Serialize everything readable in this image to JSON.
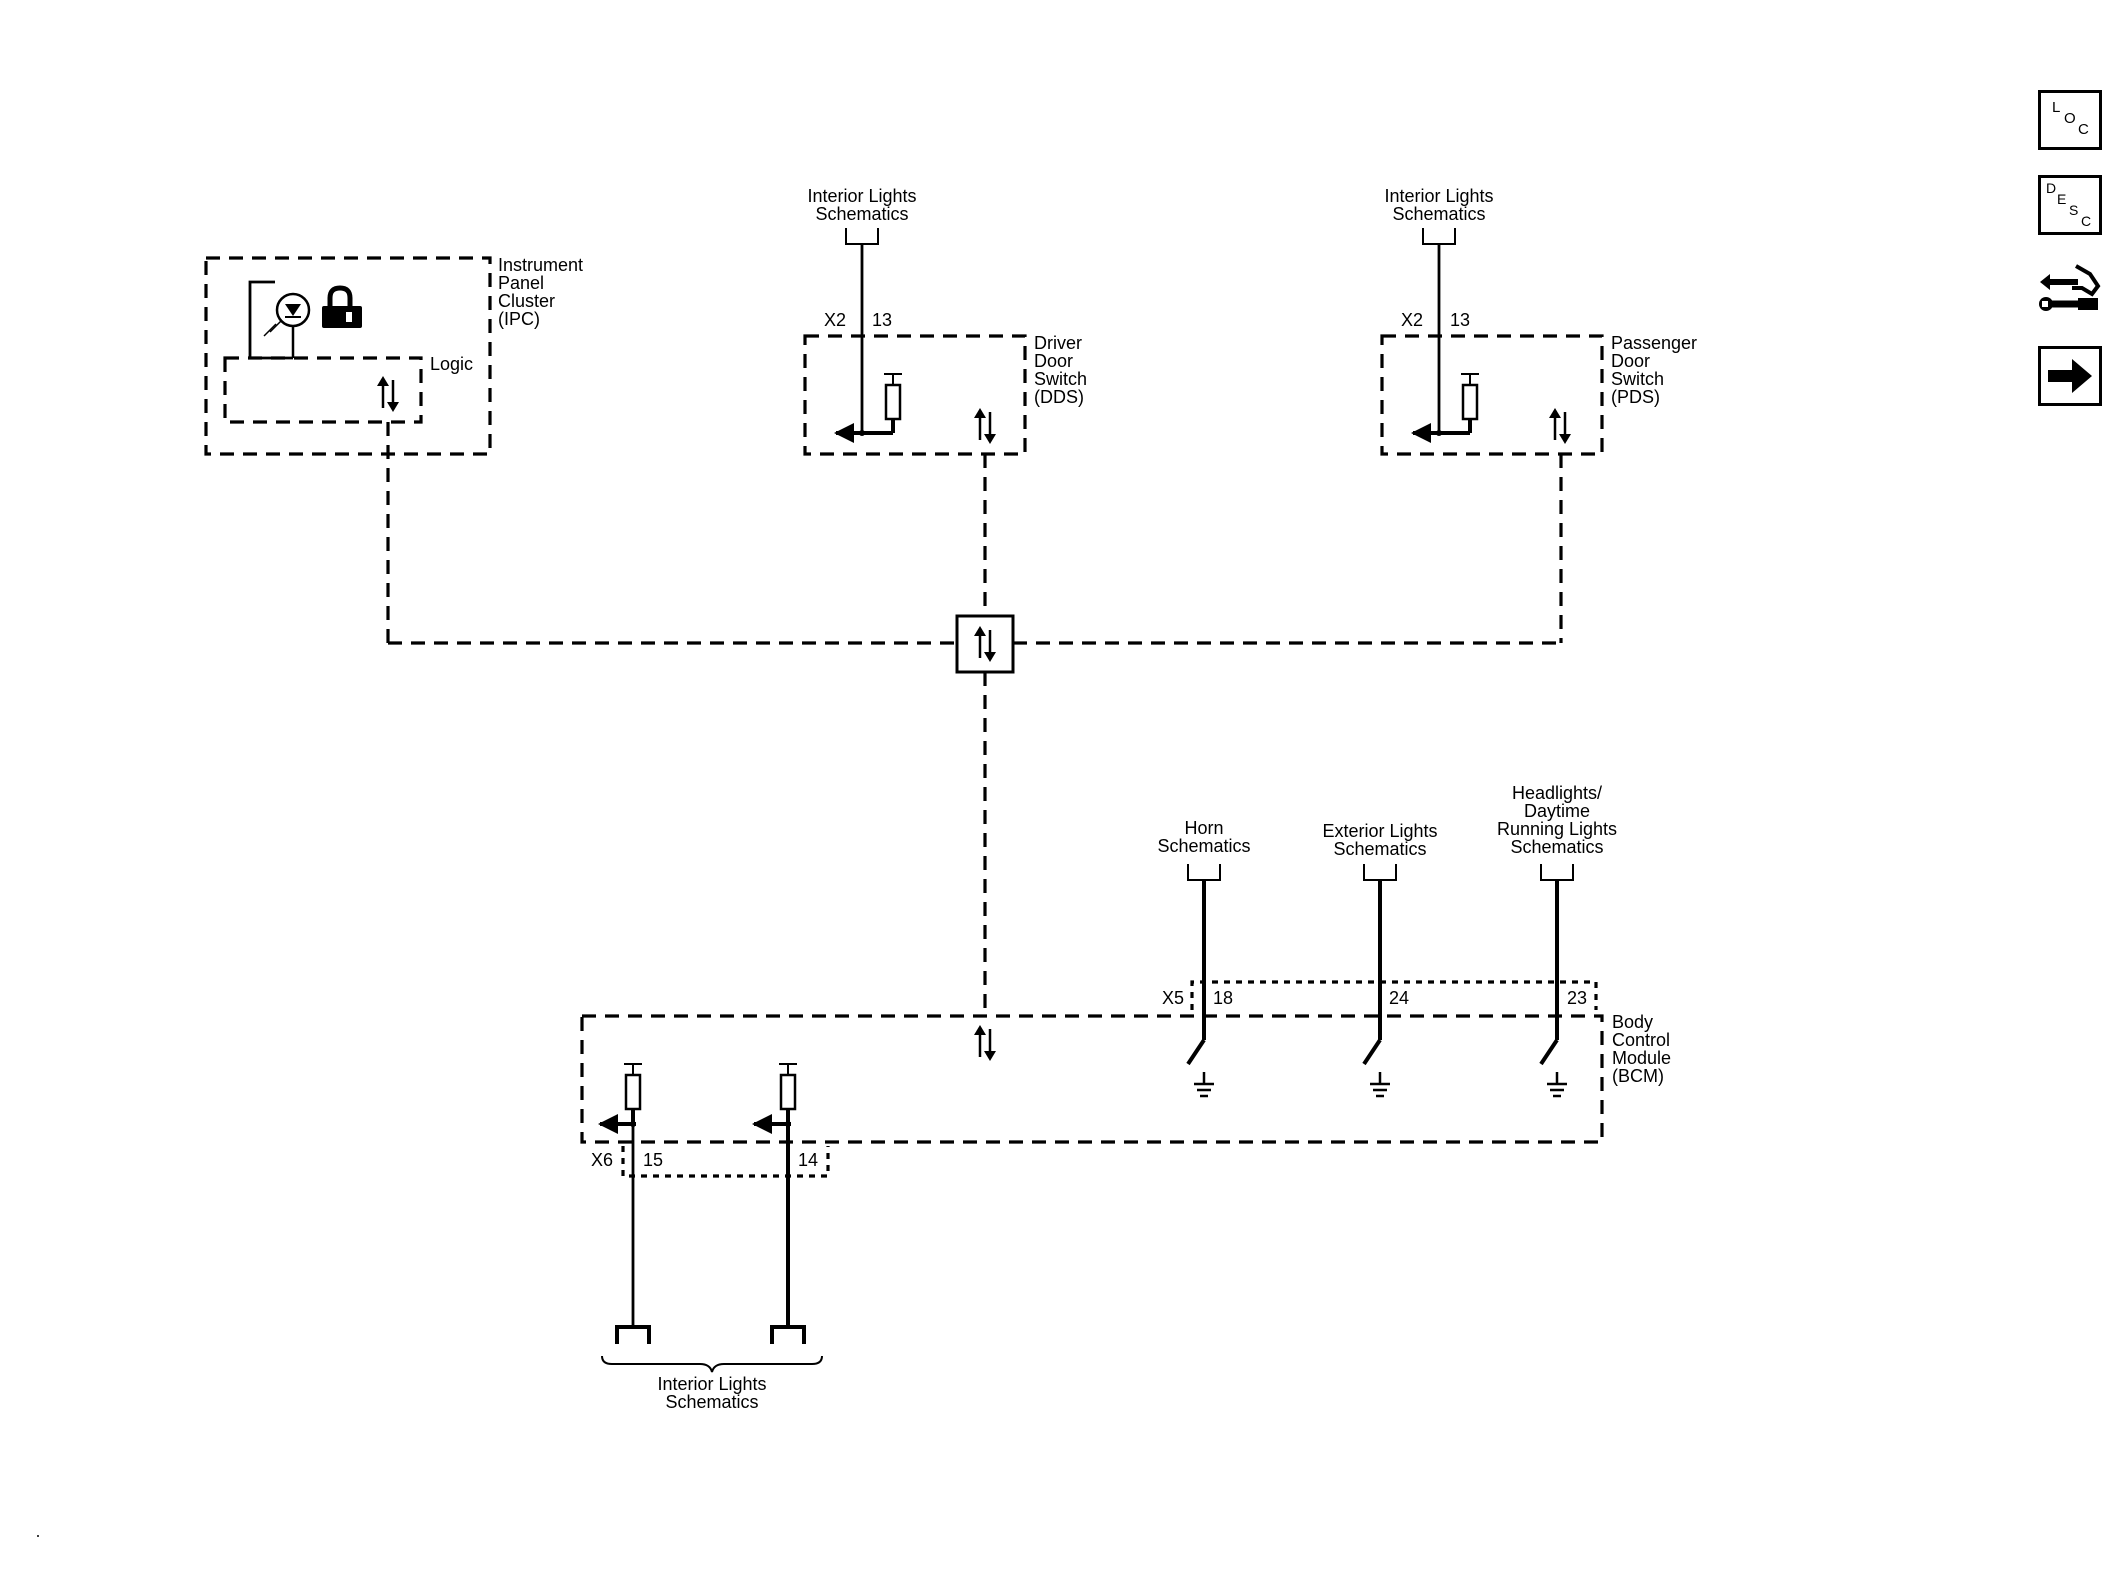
{
  "components": {
    "ipc": {
      "name_lines": [
        "Instrument",
        "Panel",
        "Cluster",
        "(IPC)"
      ],
      "logic_label": "Logic"
    },
    "dds": {
      "name_lines": [
        "Driver",
        "Door",
        "Switch",
        "(DDS)"
      ],
      "connector": "X2",
      "pin": "13",
      "feed_lines": [
        "Interior Lights",
        "Schematics"
      ]
    },
    "pds": {
      "name_lines": [
        "Passenger",
        "Door",
        "Switch",
        "(PDS)"
      ],
      "connector": "X2",
      "pin": "13",
      "feed_lines": [
        "Interior Lights",
        "Schematics"
      ]
    },
    "bcm": {
      "name_lines": [
        "Body",
        "Control",
        "Module",
        "(BCM)"
      ],
      "connector_top": "X5",
      "top_pins": [
        "18",
        "24",
        "23"
      ],
      "connector_bottom": "X6",
      "bottom_pins": [
        "15",
        "14"
      ]
    }
  },
  "references": {
    "horn": [
      "Horn",
      "Schematics"
    ],
    "exterior": [
      "Exterior Lights",
      "Schematics"
    ],
    "headlights": [
      "Headlights/",
      "Daytime",
      "Running Lights",
      "Schematics"
    ],
    "interior_bottom": [
      "Interior Lights",
      "Schematics"
    ]
  },
  "nav": {
    "loc": [
      "L",
      "O",
      "C"
    ],
    "desc": [
      "D",
      "E",
      "S",
      "C"
    ],
    "icons": [
      "loc-button-icon",
      "desc-button-icon",
      "connector-tools-icon",
      "next-arrow-icon"
    ]
  }
}
